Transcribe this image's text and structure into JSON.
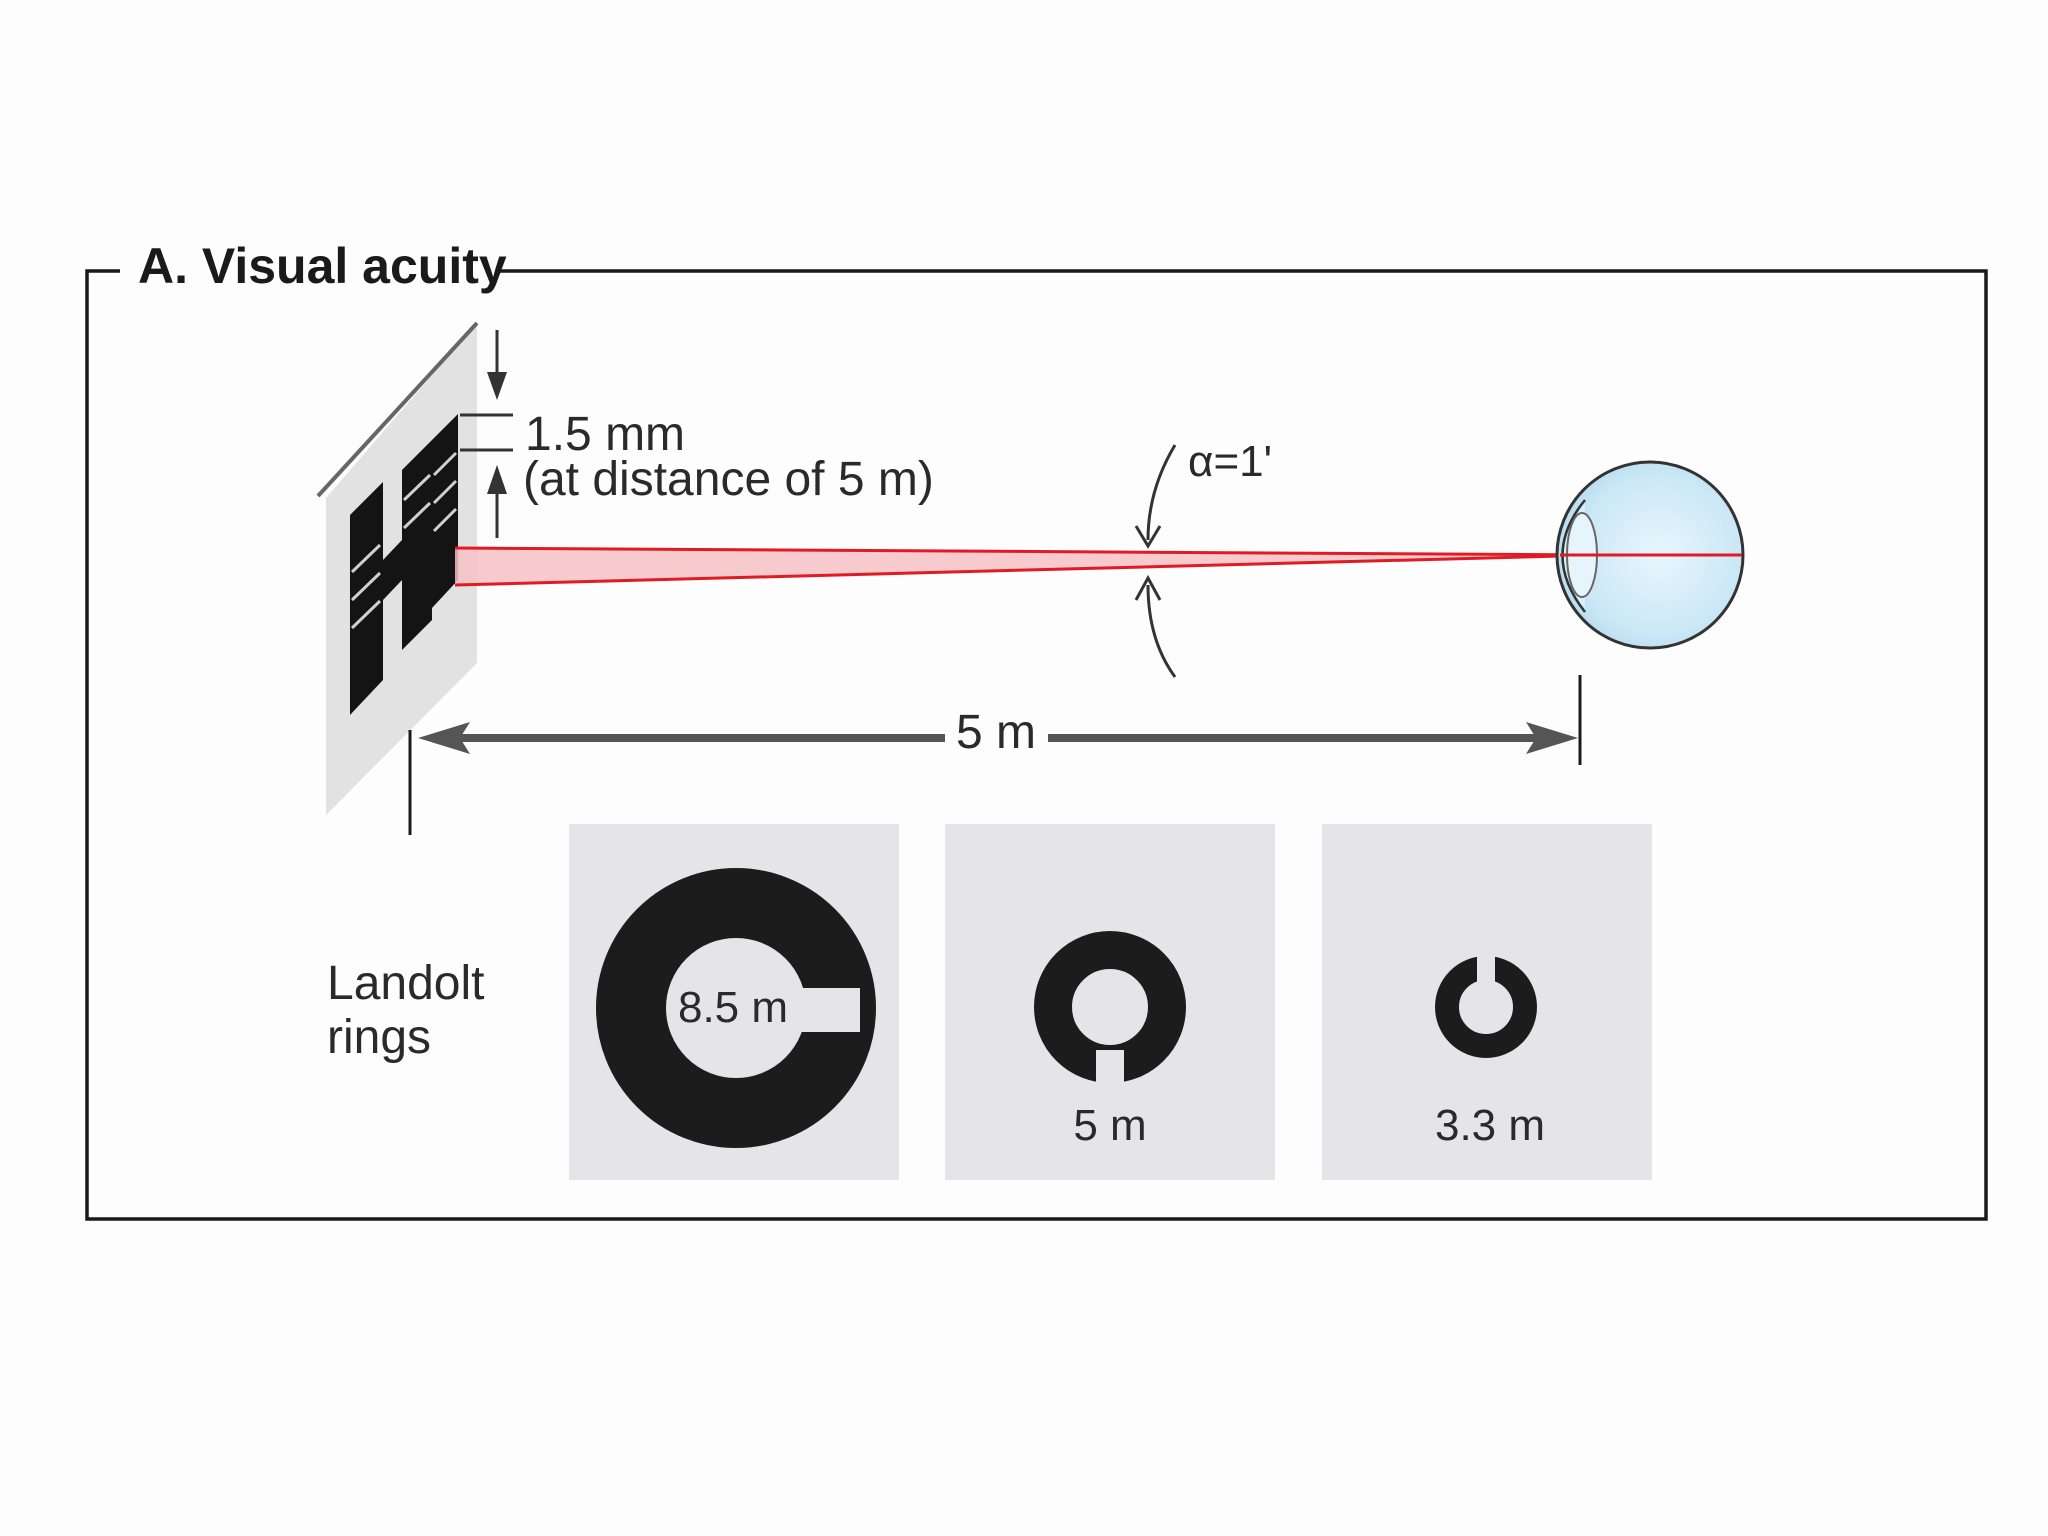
{
  "panel": {
    "title": "A.  Visual acuity"
  },
  "chart": {
    "size_label": "1.5 mm",
    "distance_note": "(at distance of 5 m)"
  },
  "angle": {
    "label": "α=1'"
  },
  "distance": {
    "label": "5 m"
  },
  "landolt": {
    "heading_line1": "Landolt",
    "heading_line2": "rings",
    "rings": [
      {
        "label": "8.5 m",
        "gap": "right"
      },
      {
        "label": "5 m",
        "gap": "bottom"
      },
      {
        "label": "3.3 m",
        "gap": "top"
      }
    ]
  },
  "colors": {
    "frame": "#1a1a1a",
    "ray": "#e01b24",
    "ray_fill": "#f2a6ab",
    "eye_fill": "#cfe9f7",
    "ring_bg": "#e5e4e6",
    "ring": "#1c1c1c",
    "chart_plate": "#e2e2e2",
    "arrow": "#555555"
  }
}
